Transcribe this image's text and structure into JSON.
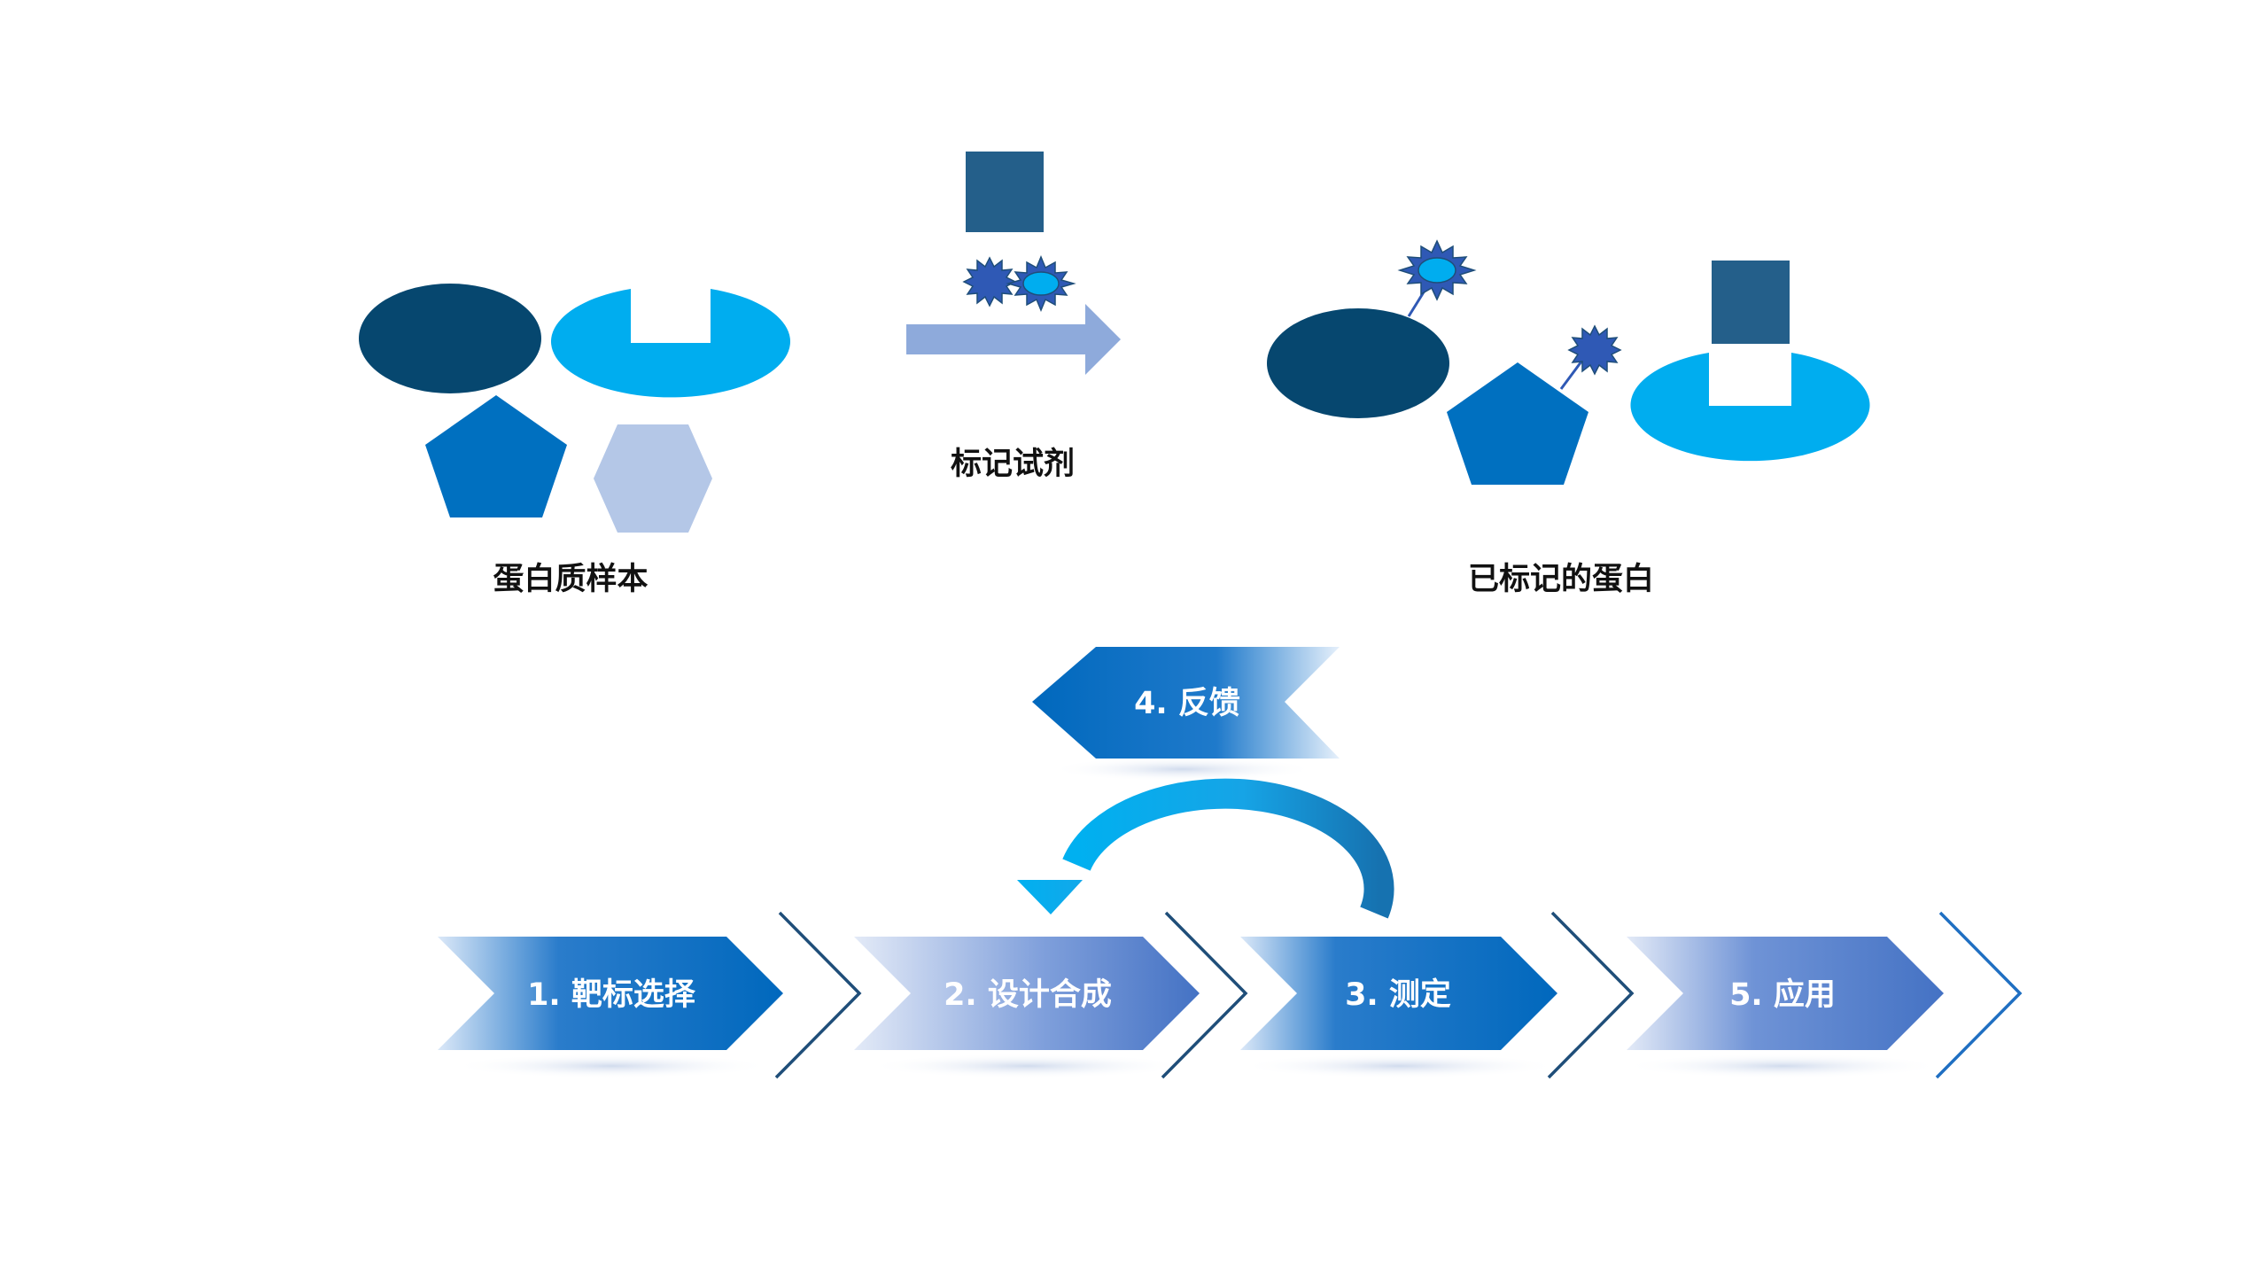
{
  "labels": {
    "protein_sample": "蛋白质样本",
    "labeling_reagent": "标记试剂",
    "labeled_protein": "已标记的蛋白"
  },
  "steps": {
    "s1": "1. 靶标选择",
    "s2": "2. 设计合成",
    "s3": "3. 测定",
    "s4": "4. 反馈",
    "s5": "5. 应用"
  },
  "colors": {
    "dark_navy": "#06476f",
    "sky_blue": "#00adef",
    "royal_blue": "#0070c0",
    "pale_blue": "#b4c7e7",
    "slate_blue": "#245f8a",
    "arrow_light": "#8eaadb",
    "star_fill": "#00adef",
    "star_dark": "#2f59b5",
    "outline": "#1f4e79"
  },
  "icons": {
    "reagent": "starburst-icon",
    "process": "chevron-arrow"
  }
}
